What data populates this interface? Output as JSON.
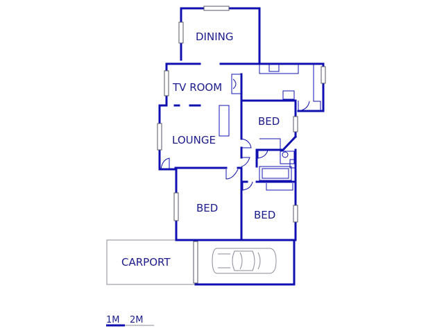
{
  "rooms": {
    "dining": "DINING",
    "tv_room": "TV ROOM",
    "lounge": "LOUNGE",
    "bed_1": "BED",
    "bed_2": "BED",
    "bed_3": "BED",
    "carport": "CARPORT"
  },
  "scale": {
    "label_1m": "1M",
    "label_2m": "2M"
  },
  "colors": {
    "wall": "#1010b0",
    "label": "#1a1a8c",
    "outline": "#8a8a9a"
  }
}
